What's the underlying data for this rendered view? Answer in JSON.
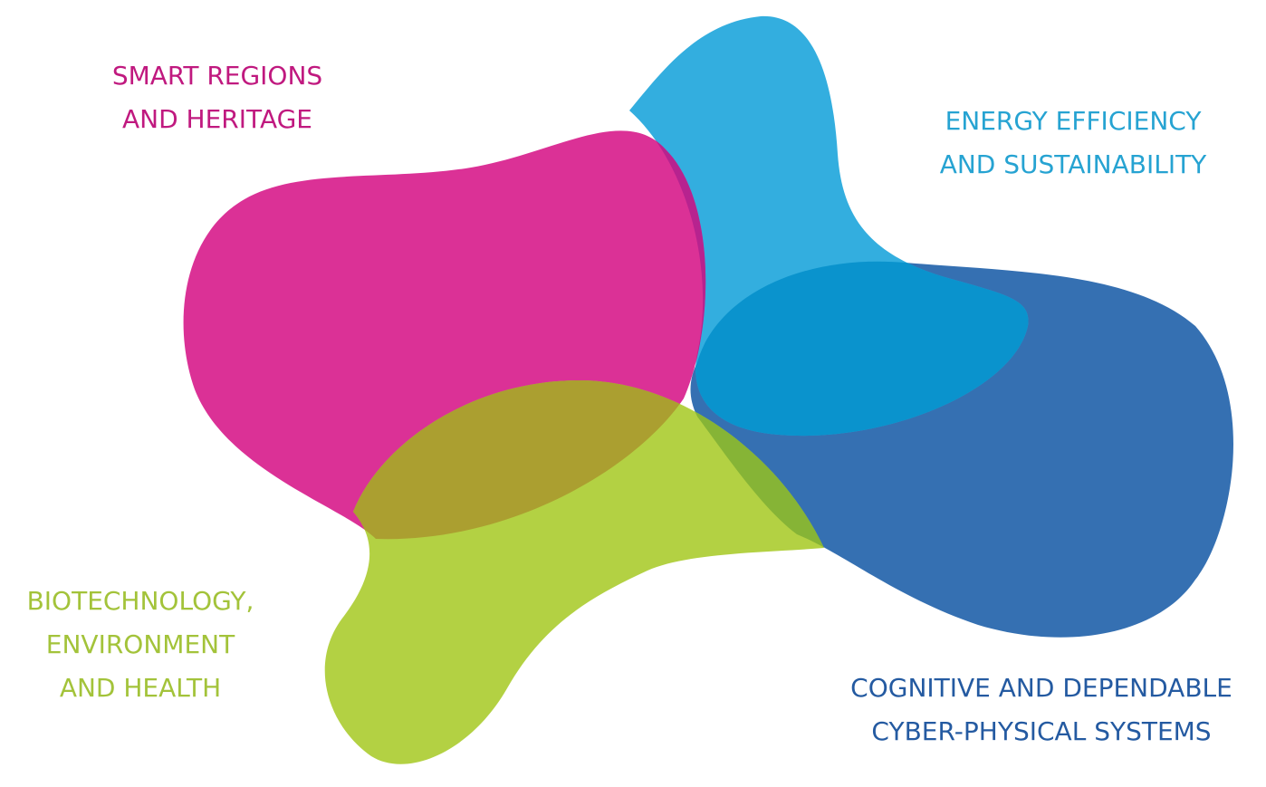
{
  "colors": {
    "magenta": "#db3196",
    "light_blue": "#33aedf",
    "dark_blue": "#3570b2",
    "lime": "#b3d143",
    "overlap_magenta_lightblue": "#b7238f",
    "overlap_lightblue_darkblue": "#0a93cd",
    "overlap_magenta_lime": "#ab9f30",
    "overlap_lime_darkblue": "#86b436"
  },
  "areas": [
    {
      "id": "smart",
      "lines": [
        "SMART REGIONS",
        "AND HERITAGE"
      ],
      "color": "#c0197f"
    },
    {
      "id": "energy",
      "lines": [
        "ENERGY EFFICIENCY",
        "AND SUSTAINABILITY"
      ],
      "color": "#26a3d2"
    },
    {
      "id": "bio",
      "lines": [
        "BIOTECHNOLOGY,",
        "ENVIRONMENT",
        "AND HEALTH"
      ],
      "color": "#a3c33a"
    },
    {
      "id": "cog",
      "lines": [
        "COGNITIVE AND DEPENDABLE",
        "CYBER-PHYSICAL SYSTEMS"
      ],
      "color": "#245aa1"
    }
  ]
}
